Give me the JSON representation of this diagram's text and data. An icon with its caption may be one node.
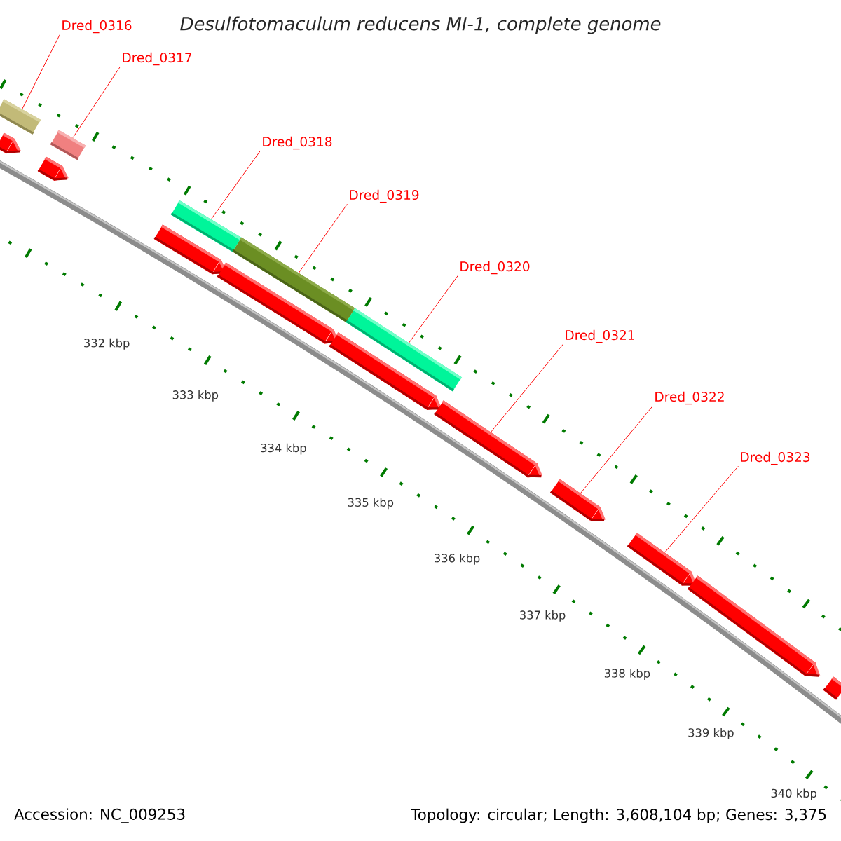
{
  "diagram": {
    "title": "Desulfotomaculum reducens MI-1, complete genome",
    "nodes": [
      {
        "text": [
          "Dred_0316"
        ]
      },
      {
        "text": [
          "Dred_0317"
        ]
      },
      {
        "text": [
          "Dred_0318"
        ]
      },
      {
        "text": [
          "Dred_0319"
        ]
      },
      {
        "text": [
          "Dred_0320"
        ]
      },
      {
        "text": [
          "Dred_0321"
        ]
      },
      {
        "text": [
          "Dred_0322"
        ]
      },
      {
        "text": [
          "Dred_0323"
        ]
      },
      {
        "text": [],
        "shape": "bar"
      },
      {
        "text": [],
        "shape": "bar"
      },
      {
        "text": [],
        "shape": "bar"
      },
      {
        "text": [],
        "shape": "bar"
      },
      {
        "text": [],
        "shape": "bar"
      },
      {
        "text": [],
        "shape": "pentagon"
      },
      {
        "text": [],
        "shape": "pentagon"
      },
      {
        "text": [],
        "shape": "pentagon"
      },
      {
        "text": [],
        "shape": "pentagon"
      },
      {
        "text": [],
        "shape": "pentagon"
      },
      {
        "text": [],
        "shape": "pentagon"
      },
      {
        "text": [],
        "shape": "pentagon"
      },
      {
        "text": [],
        "shape": "pentagon"
      },
      {
        "text": [],
        "shape": "pentagon"
      },
      {
        "text": [],
        "shape": "bar"
      }
    ],
    "edges": [
      {
        "from": 0,
        "to": 8,
        "arrow": "none"
      },
      {
        "from": 1,
        "to": 9,
        "arrow": "none"
      },
      {
        "from": 2,
        "to": 10,
        "arrow": "none"
      },
      {
        "from": 3,
        "to": 11,
        "arrow": "none"
      },
      {
        "from": 4,
        "to": 12,
        "arrow": "none"
      },
      {
        "from": 5,
        "to": 18,
        "arrow": "none"
      },
      {
        "from": 6,
        "to": 19,
        "arrow": "none"
      },
      {
        "from": 7,
        "to": 20,
        "arrow": "none"
      }
    ],
    "labels": [
      "332 kbp",
      "333 kbp",
      "334 kbp",
      "335 kbp",
      "336 kbp",
      "337 kbp",
      "338 kbp",
      "339 kbp",
      "340 kbp",
      "Accession: NC_009253",
      "Topology: circular; Length: 3,608,104 bp; Genes: 3,375"
    ]
  }
}
